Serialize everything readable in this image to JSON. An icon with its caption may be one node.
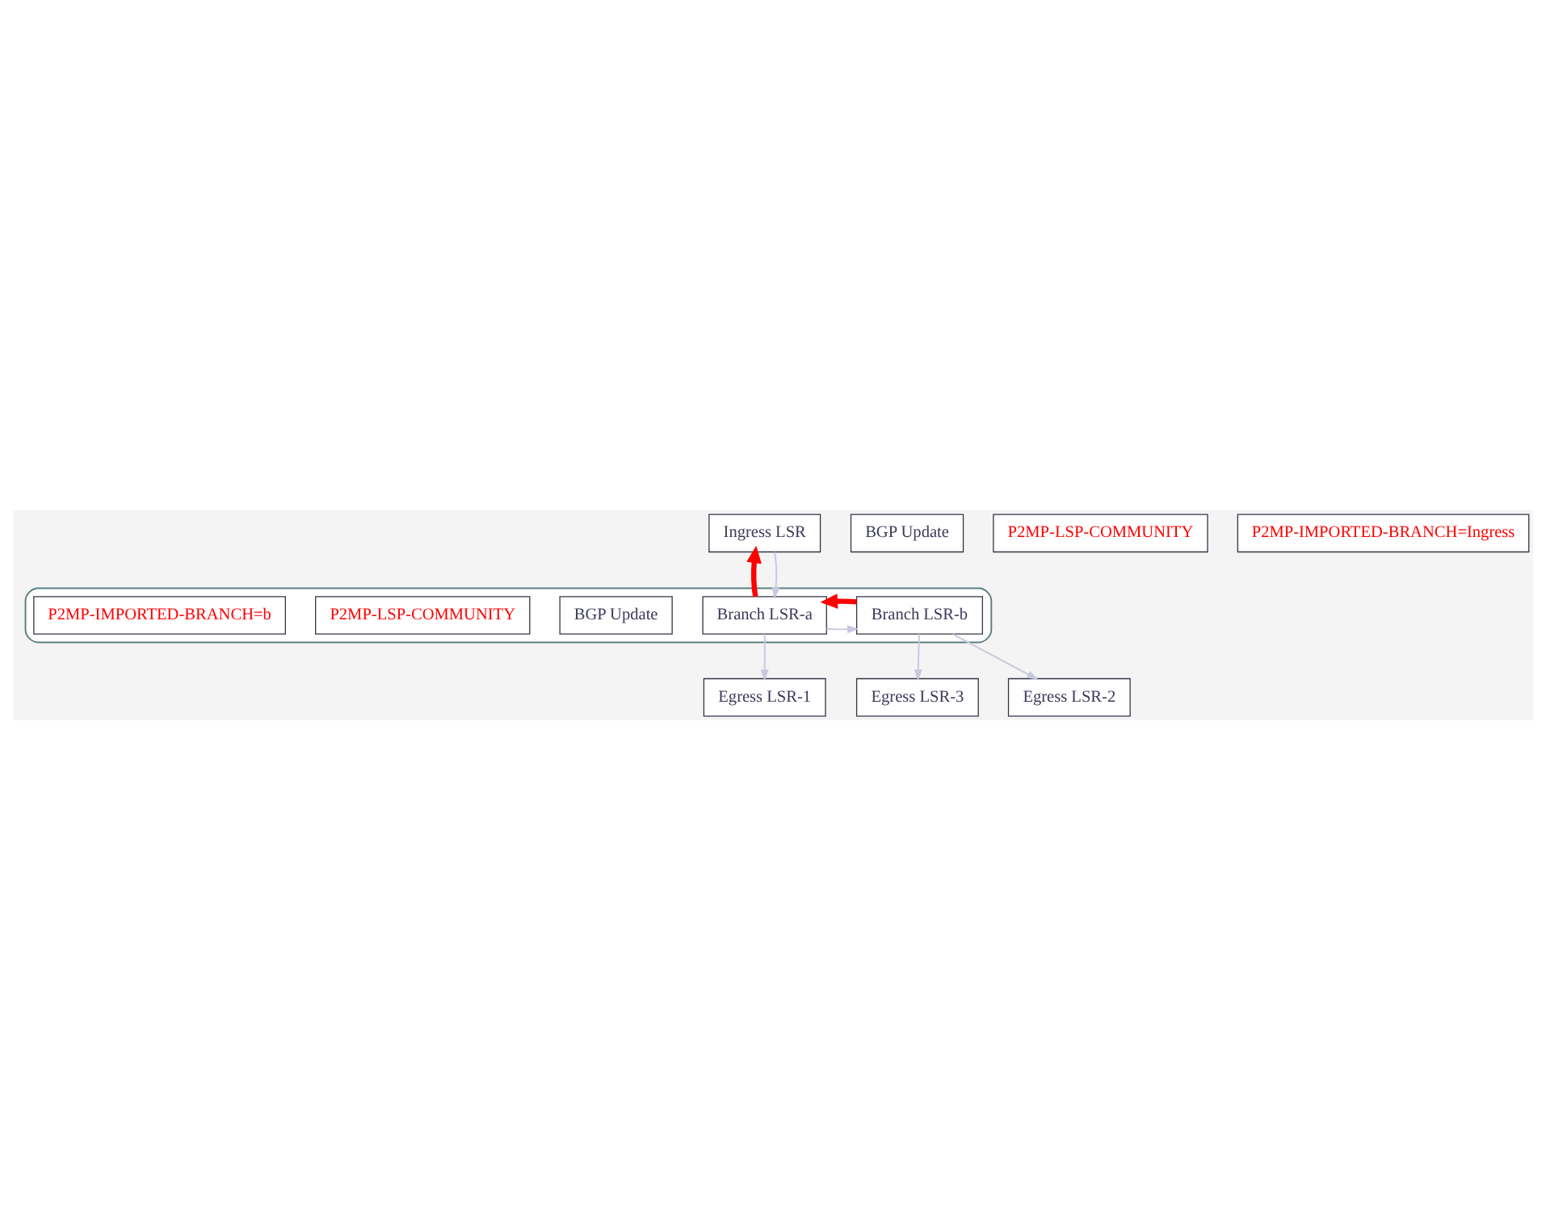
{
  "diagram": {
    "nodes": [
      {
        "text": [],
        "shape": "cloud"
      },
      {
        "text": [
          "Ingress LSR"
        ]
      },
      {
        "text": [
          "BGP Update"
        ]
      },
      {
        "text": [
          "P2MP-LSP-COMMUNITY"
        ]
      },
      {
        "text": [
          "P2MP-IMPORTED-BRANCH=Ingress"
        ]
      },
      {
        "text": [
          "Branch LSR-a"
        ],
        "in": 0
      },
      {
        "text": [
          "Branch LSR-b"
        ],
        "in": 0
      },
      {
        "text": [
          "BGP Update"
        ],
        "in": 0
      },
      {
        "text": [
          "P2MP-LSP-COMMUNITY"
        ],
        "in": 0
      },
      {
        "text": [
          "P2MP-IMPORTED-BRANCH=b"
        ],
        "in": 0
      },
      {
        "text": [
          "Egress LSR-1"
        ]
      },
      {
        "text": [
          "Egress LSR-3"
        ]
      },
      {
        "text": [
          "Egress LSR-2"
        ]
      }
    ],
    "edges": [
      {
        "from": 1,
        "to": 5,
        "arrow": "to"
      },
      {
        "from": 5,
        "to": 6,
        "arrow": "to"
      },
      {
        "from": 5,
        "to": 10,
        "arrow": "to"
      },
      {
        "from": 6,
        "to": 12,
        "arrow": "to"
      },
      {
        "from": 6,
        "to": 11,
        "arrow": "to"
      },
      {
        "from": 5,
        "to": 1,
        "arrow": "to",
        "style": "thick",
        "color": "#ff0000"
      },
      {
        "from": 6,
        "to": 5,
        "arrow": "to",
        "style": "thick",
        "color": "#ff0000"
      }
    ]
  }
}
